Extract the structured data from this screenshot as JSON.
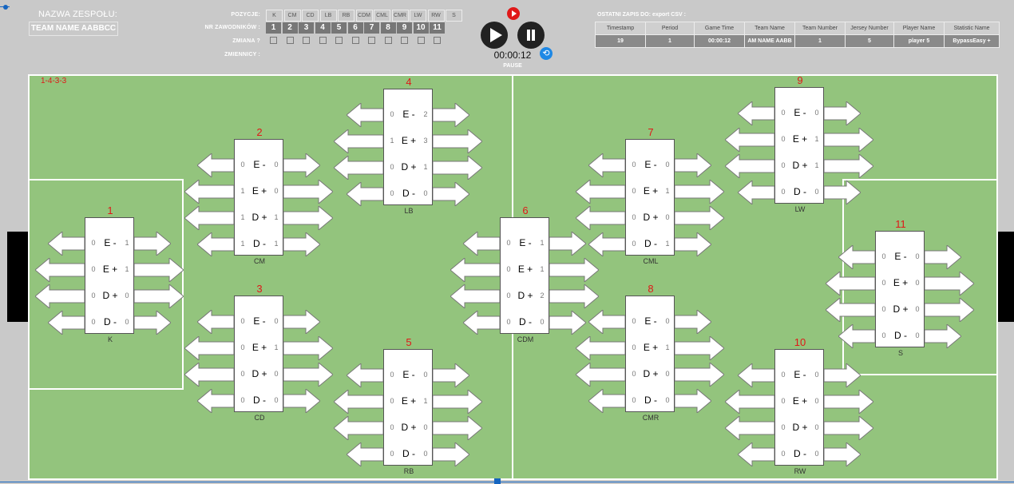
{
  "header": {
    "team_label": "NAZWA ZESPOŁU:",
    "team_name": "TEAM NAME  AABBCC",
    "positions_label": "POZYCJE:",
    "numbers_label": "NR ZAWODNIKÓW :",
    "change_label": "ZMIANA ?",
    "subs_label": "ZMIENNICY :",
    "positions": [
      "K",
      "CM",
      "CD",
      "LB",
      "RB",
      "CDM",
      "CML",
      "CMR",
      "LW",
      "RW",
      "S"
    ],
    "numbers": [
      "1",
      "2",
      "3",
      "4",
      "5",
      "6",
      "7",
      "8",
      "9",
      "10",
      "11"
    ]
  },
  "controls": {
    "timer": "00:00:12",
    "state": "PAUSE",
    "record_icon": "record-icon",
    "play_icon": "play-icon",
    "pause_icon": "pause-icon",
    "reset_icon": "reset-icon",
    "reset_glyph": "⟲"
  },
  "last_record": {
    "label": "OSTATNI ZAPIS DO: export CSV :",
    "headers": [
      "Timestamp",
      "Period",
      "Game Time",
      "Team Name",
      "Team Number",
      "Jersey Number",
      "Player Name",
      "Statistic Name"
    ],
    "values": [
      "19",
      "1",
      "00:00:12",
      "AM NAME  AABB",
      "1",
      "5",
      "player 5",
      "BypassEasy +"
    ]
  },
  "formation": "1-4-3-3",
  "colors": {
    "accent_red": "#e01818",
    "pitch": "#93c47d",
    "header_bg": "#c9c9c9"
  },
  "players": [
    {
      "num": "1",
      "pos": "K",
      "stats": [
        [
          "0",
          "E -",
          "1"
        ],
        [
          "0",
          "E +",
          "1"
        ],
        [
          "0",
          "D +",
          "0"
        ],
        [
          "0",
          "D -",
          "0"
        ]
      ]
    },
    {
      "num": "2",
      "pos": "CM",
      "stats": [
        [
          "0",
          "E -",
          "0"
        ],
        [
          "1",
          "E +",
          "0"
        ],
        [
          "1",
          "D +",
          "1"
        ],
        [
          "1",
          "D -",
          "1"
        ]
      ]
    },
    {
      "num": "3",
      "pos": "CD",
      "stats": [
        [
          "0",
          "E -",
          "0"
        ],
        [
          "0",
          "E +",
          "1"
        ],
        [
          "0",
          "D +",
          "0"
        ],
        [
          "0",
          "D -",
          "0"
        ]
      ]
    },
    {
      "num": "4",
      "pos": "LB",
      "stats": [
        [
          "0",
          "E -",
          "2"
        ],
        [
          "1",
          "E +",
          "3"
        ],
        [
          "0",
          "D +",
          "1"
        ],
        [
          "0",
          "D -",
          "0"
        ]
      ]
    },
    {
      "num": "5",
      "pos": "RB",
      "stats": [
        [
          "0",
          "E -",
          "0"
        ],
        [
          "0",
          "E +",
          "1"
        ],
        [
          "0",
          "D +",
          "0"
        ],
        [
          "0",
          "D -",
          "0"
        ]
      ]
    },
    {
      "num": "6",
      "pos": "CDM",
      "stats": [
        [
          "0",
          "E -",
          "1"
        ],
        [
          "0",
          "E +",
          "1"
        ],
        [
          "0",
          "D +",
          "2"
        ],
        [
          "0",
          "D -",
          "0"
        ]
      ]
    },
    {
      "num": "7",
      "pos": "CML",
      "stats": [
        [
          "0",
          "E -",
          "0"
        ],
        [
          "0",
          "E +",
          "1"
        ],
        [
          "0",
          "D +",
          "0"
        ],
        [
          "0",
          "D -",
          "1"
        ]
      ]
    },
    {
      "num": "8",
      "pos": "CMR",
      "stats": [
        [
          "0",
          "E -",
          "0"
        ],
        [
          "0",
          "E +",
          "1"
        ],
        [
          "0",
          "D +",
          "0"
        ],
        [
          "0",
          "D -",
          "0"
        ]
      ]
    },
    {
      "num": "9",
      "pos": "LW",
      "stats": [
        [
          "0",
          "E -",
          "0"
        ],
        [
          "0",
          "E +",
          "1"
        ],
        [
          "0",
          "D +",
          "1"
        ],
        [
          "0",
          "D -",
          "0"
        ]
      ]
    },
    {
      "num": "10",
      "pos": "RW",
      "stats": [
        [
          "0",
          "E -",
          "0"
        ],
        [
          "0",
          "E +",
          "0"
        ],
        [
          "0",
          "D +",
          "0"
        ],
        [
          "0",
          "D -",
          "0"
        ]
      ]
    },
    {
      "num": "11",
      "pos": "S",
      "stats": [
        [
          "0",
          "E -",
          "0"
        ],
        [
          "0",
          "E +",
          "0"
        ],
        [
          "0",
          "D +",
          "0"
        ],
        [
          "0",
          "D -",
          "0"
        ]
      ]
    }
  ]
}
